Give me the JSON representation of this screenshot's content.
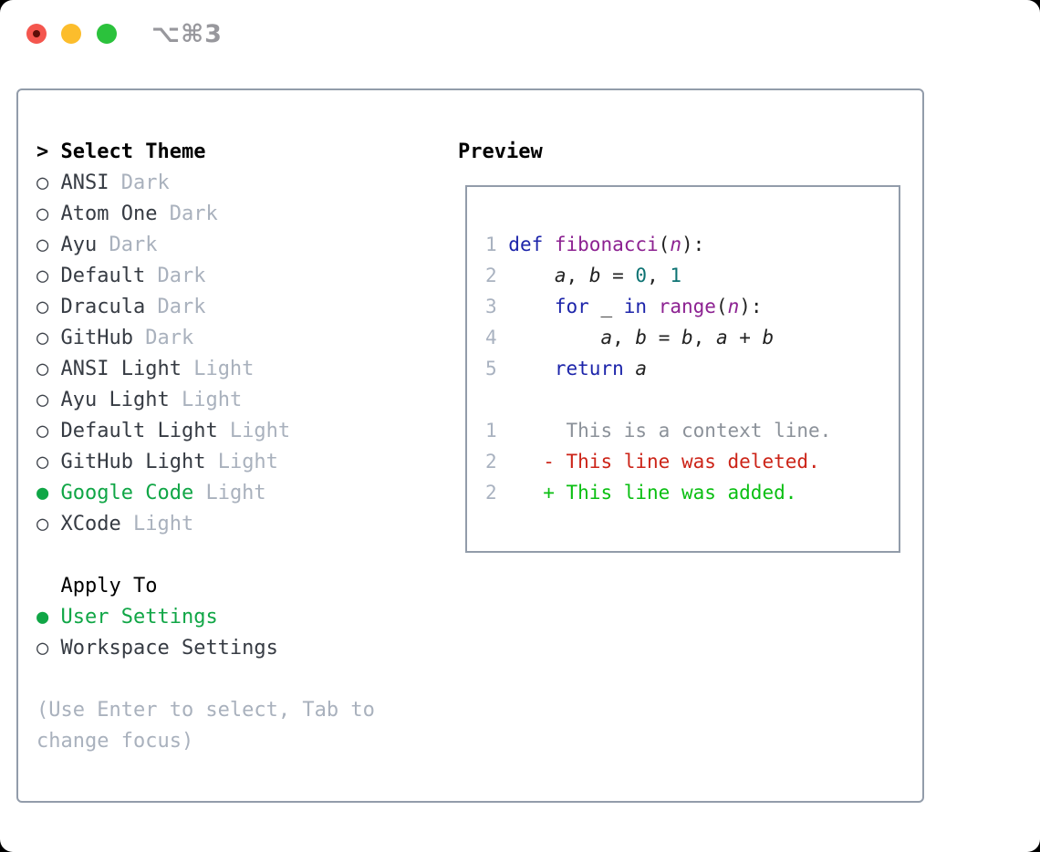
{
  "window": {
    "shortcut_label": "⌥⌘3",
    "traffic_lights": [
      "close",
      "minimize",
      "zoom"
    ]
  },
  "colors": {
    "accent_green": "#10a646",
    "diff_added": "#0abf12",
    "diff_deleted": "#cc2418",
    "keyword_blue": "#1c24aa",
    "funcname_purple": "#8c2191",
    "number_teal": "#0d7373",
    "muted_gray": "#a9b1bd",
    "border_gray": "#929caa"
  },
  "theme_selector": {
    "prompt": ">",
    "title": "Select Theme",
    "icons": {
      "radio_selected": "●",
      "radio_unselected": "○"
    },
    "themes": [
      {
        "name": "ANSI",
        "variant": "Dark",
        "selected": false
      },
      {
        "name": "Atom One",
        "variant": "Dark",
        "selected": false
      },
      {
        "name": "Ayu",
        "variant": "Dark",
        "selected": false
      },
      {
        "name": "Default",
        "variant": "Dark",
        "selected": false
      },
      {
        "name": "Dracula",
        "variant": "Dark",
        "selected": false
      },
      {
        "name": "GitHub",
        "variant": "Dark",
        "selected": false
      },
      {
        "name": "ANSI Light",
        "variant": "Light",
        "selected": false
      },
      {
        "name": "Ayu Light",
        "variant": "Light",
        "selected": false
      },
      {
        "name": "Default Light",
        "variant": "Light",
        "selected": false
      },
      {
        "name": "GitHub Light",
        "variant": "Light",
        "selected": false
      },
      {
        "name": "Google Code",
        "variant": "Light",
        "selected": true
      },
      {
        "name": "XCode",
        "variant": "Light",
        "selected": false
      }
    ]
  },
  "apply_to": {
    "title": "Apply To",
    "options": [
      {
        "label": "User Settings",
        "selected": true
      },
      {
        "label": "Workspace Settings",
        "selected": false
      }
    ]
  },
  "help_text": "(Use Enter to select, Tab to change focus)",
  "preview": {
    "title": "Preview",
    "code_lines": [
      [
        [
          "lineno",
          "1 "
        ],
        [
          "keyword",
          "def "
        ],
        [
          "funcname",
          "fibonacci"
        ],
        [
          "plain",
          "("
        ],
        [
          "param",
          "n"
        ],
        [
          "plain",
          "):"
        ]
      ],
      [
        [
          "lineno",
          "2 "
        ],
        [
          "plain",
          "    "
        ],
        [
          "variable",
          "a"
        ],
        [
          "plain",
          ", "
        ],
        [
          "variable",
          "b"
        ],
        [
          "plain",
          " = "
        ],
        [
          "number",
          "0"
        ],
        [
          "plain",
          ", "
        ],
        [
          "number",
          "1"
        ]
      ],
      [
        [
          "lineno",
          "3 "
        ],
        [
          "plain",
          "    "
        ],
        [
          "keyword",
          "for "
        ],
        [
          "plain",
          "_ "
        ],
        [
          "keyword",
          "in "
        ],
        [
          "funcname",
          "range"
        ],
        [
          "plain",
          "("
        ],
        [
          "param",
          "n"
        ],
        [
          "plain",
          "):"
        ]
      ],
      [
        [
          "lineno",
          "4 "
        ],
        [
          "plain",
          "        "
        ],
        [
          "variable",
          "a"
        ],
        [
          "plain",
          ", "
        ],
        [
          "variable",
          "b"
        ],
        [
          "plain",
          " = "
        ],
        [
          "variable",
          "b"
        ],
        [
          "plain",
          ", "
        ],
        [
          "variable",
          "a"
        ],
        [
          "plain",
          " + "
        ],
        [
          "variable",
          "b"
        ]
      ],
      [
        [
          "lineno",
          "5 "
        ],
        [
          "plain",
          "    "
        ],
        [
          "keyword",
          "return "
        ],
        [
          "variable",
          "a"
        ]
      ]
    ],
    "diff_lines": [
      [
        [
          "lineno",
          "1"
        ],
        [
          "context",
          "      This is a context line."
        ]
      ],
      [
        [
          "lineno",
          "2"
        ],
        [
          "plain",
          "    "
        ],
        [
          "deleted",
          "- This line was deleted."
        ]
      ],
      [
        [
          "lineno",
          "2"
        ],
        [
          "plain",
          "    "
        ],
        [
          "added",
          "+ This line was added."
        ]
      ]
    ]
  }
}
